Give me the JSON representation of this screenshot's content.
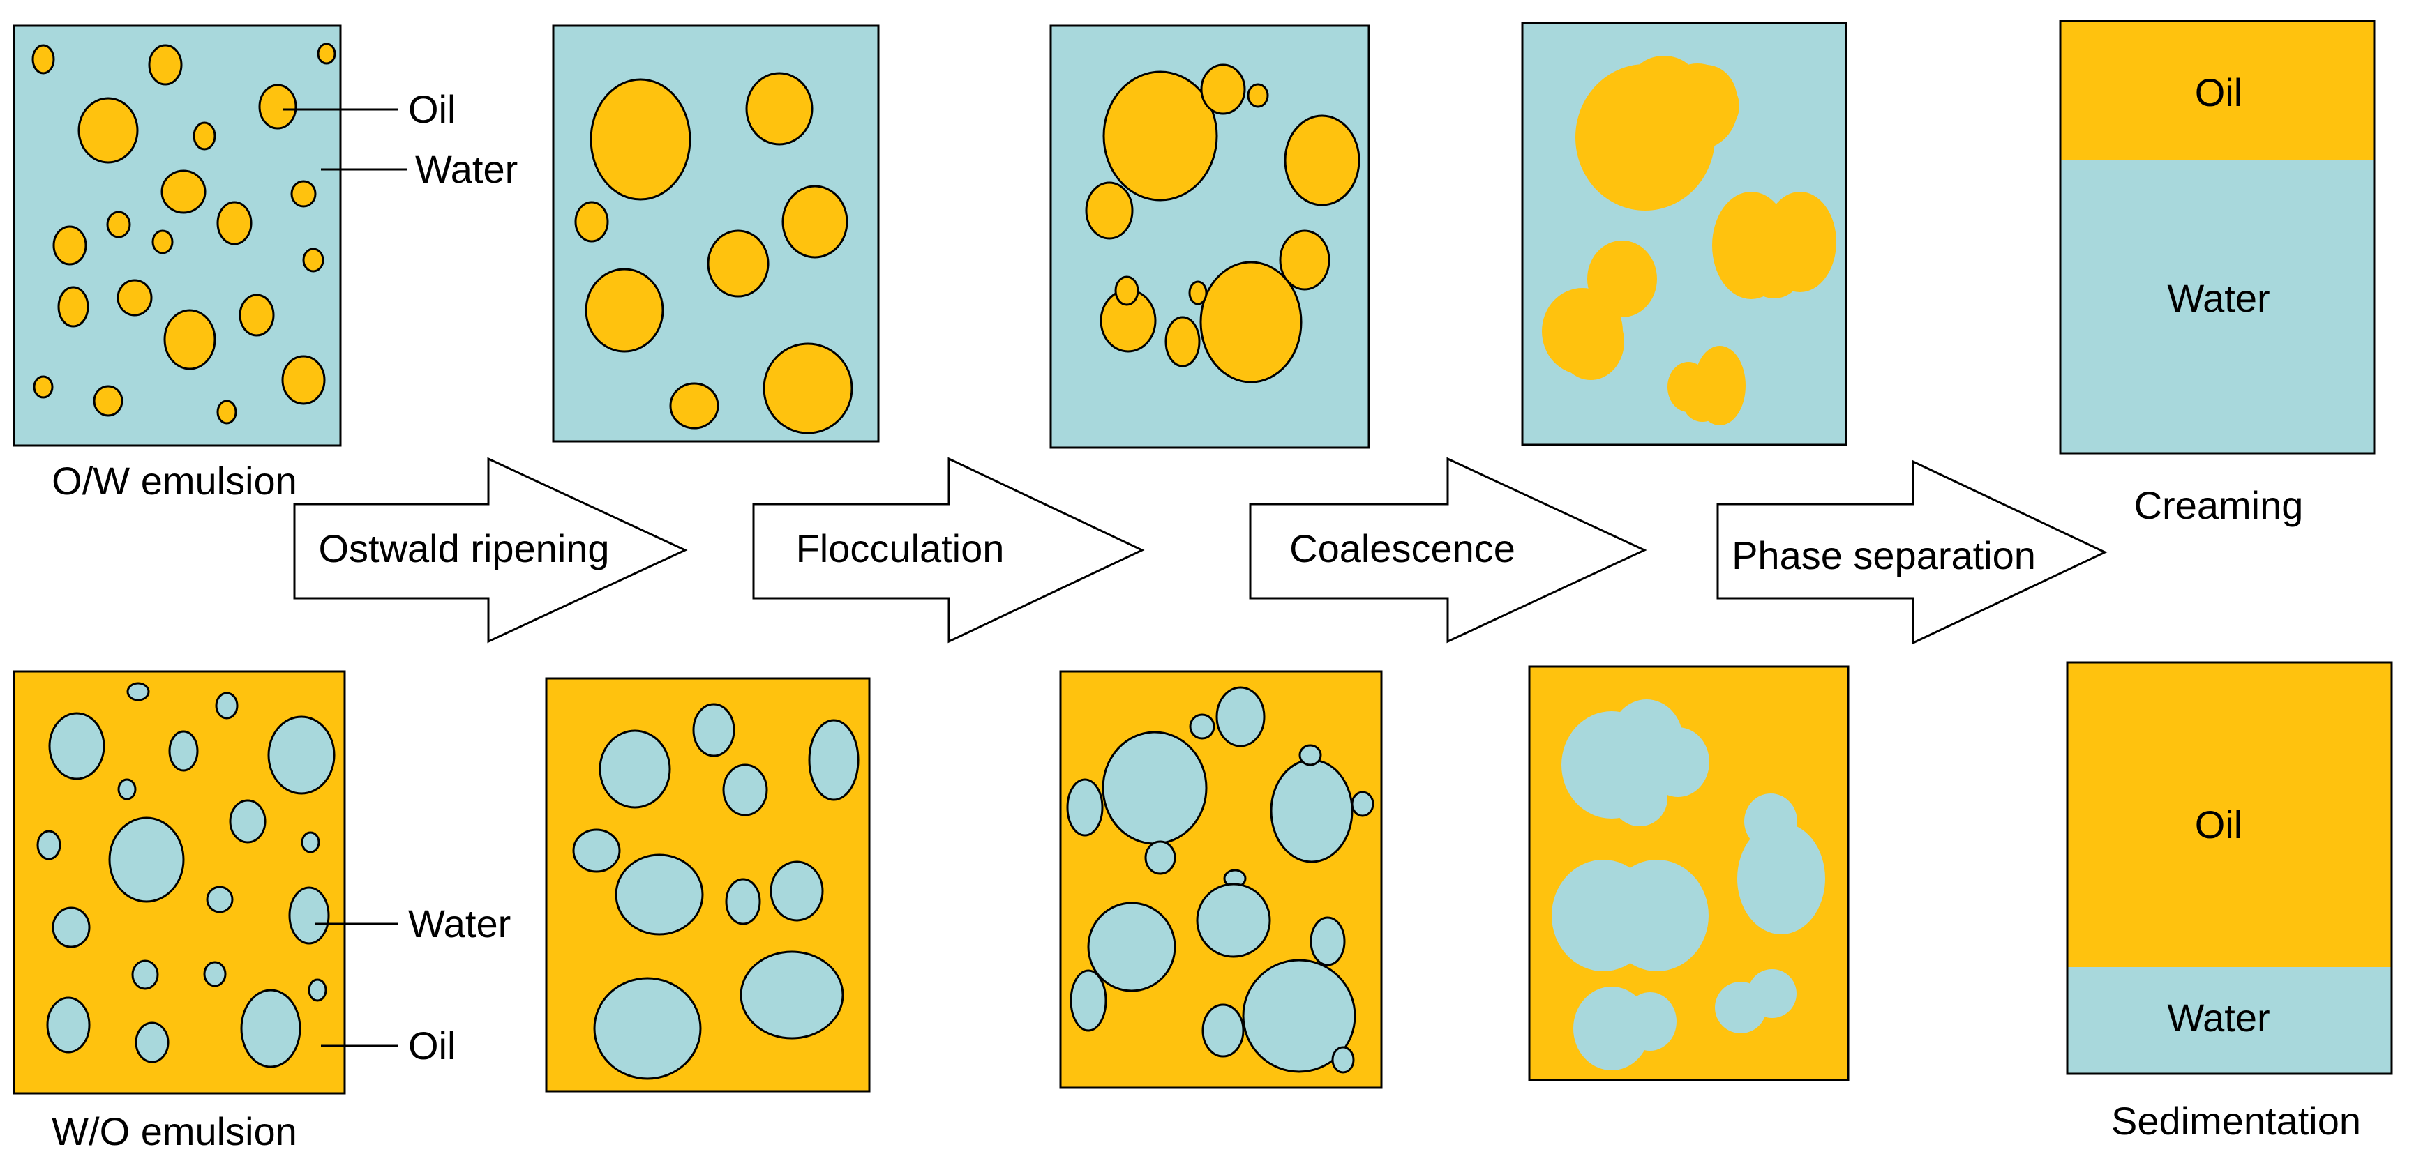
{
  "colors": {
    "oil": "#FFC20E",
    "water": "#A8D8DC",
    "outline": "#000000"
  },
  "labels": {
    "ow_oil": "Oil",
    "ow_water": "Water",
    "ow_emulsion": "O/W emulsion",
    "wo_water": "Water",
    "wo_oil": "Oil",
    "wo_emulsion": "W/O emulsion",
    "cream_oil": "Oil",
    "cream_water": "Water",
    "creaming": "Creaming",
    "sed_oil": "Oil",
    "sed_water": "Water",
    "sedimentation": "Sedimentation"
  },
  "arrows": [
    {
      "label": "Ostwald ripening"
    },
    {
      "label": "Flocculation"
    },
    {
      "label": "Coalescence"
    },
    {
      "label": "Phase separation"
    }
  ]
}
